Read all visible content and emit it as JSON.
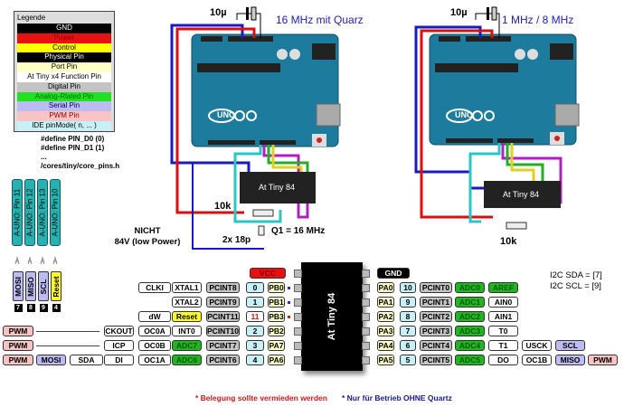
{
  "legend": {
    "title": "Legende",
    "items": [
      {
        "label": "GND",
        "bg": "#000000",
        "fg": "#ffffff"
      },
      {
        "label": "Power",
        "bg": "#e81010",
        "fg": "#900000"
      },
      {
        "label": "Control",
        "bg": "#ffff00",
        "fg": "#000000"
      },
      {
        "label": "Physical Pin",
        "bg": "#000000",
        "fg": "#ffffff"
      },
      {
        "label": "Port Pin",
        "bg": "#ffffc8",
        "fg": "#000000"
      },
      {
        "label": "At Tiny x4 Function Pin",
        "bg": "#ffffff",
        "fg": "#000000"
      },
      {
        "label": "Digital Pin",
        "bg": "#c4c4c4",
        "fg": "#000000"
      },
      {
        "label": "Analog-Rlated Pin",
        "bg": "#22e022",
        "fg": "#0a6a0a"
      },
      {
        "label": "Serial Pin",
        "bg": "#bcbcf2",
        "fg": "#000060"
      },
      {
        "label": "PWM Pin",
        "bg": "#f8c4c4",
        "fg": "#900000"
      },
      {
        "label": "IDE   pinMode( n, ... )",
        "bg": "#c8f0f6",
        "fg": "#000000"
      }
    ]
  },
  "defines": [
    "#define PIN_D0 (0)",
    "#define PIN_D1 (1)",
    "...",
    "/cores/tiny/core_pins.h"
  ],
  "uno_pins": [
    "A-UNO: Pin 11",
    "A-UNO: Pin 12",
    "A-UNO: Pin 13",
    "A-UNO: Pin 10"
  ],
  "isp_labels": [
    {
      "label": "MOSI",
      "type": "serial",
      "num": "7"
    },
    {
      "label": "MISO",
      "type": "serial",
      "num": "8"
    },
    {
      "label": "SCL",
      "type": "serial",
      "num": "9"
    },
    {
      "label": "Reset",
      "type": "reset",
      "num": "4"
    }
  ],
  "note_nicht": {
    "line1": "NICHT",
    "line2": "84V (low Power)"
  },
  "circuit1": {
    "cap": "10µ",
    "title": "16 MHz mit Quarz",
    "chip": "At Tiny 84",
    "resistor": "10k",
    "crystal": "Q1 = 16 MHz",
    "caps": "2x 18p",
    "board_logo": "UNO"
  },
  "circuit2": {
    "cap": "10µ",
    "title": "1 MHz / 8 MHz",
    "chip": "At Tiny 84",
    "resistor": "10k",
    "board_logo": "UNO"
  },
  "chip_label": "At Tiny 84",
  "pinout_left": [
    {
      "pin": "1",
      "cells": [
        [
          "vcc",
          "VCC",
          "vcc"
        ]
      ]
    },
    {
      "pin": "2",
      "dot": "#3030c0",
      "cells": [
        [
          4,
          "CLKI",
          "fn"
        ],
        [
          5,
          "XTAL1",
          "fn"
        ],
        [
          6,
          "PCINT8",
          "pcint"
        ],
        [
          7,
          "0",
          "ide"
        ],
        [
          8,
          "PB0",
          "port"
        ]
      ]
    },
    {
      "pin": "3",
      "dot": "#3030c0",
      "cells": [
        [
          5,
          "XTAL2",
          "fn"
        ],
        [
          6,
          "PCINT9",
          "pcint"
        ],
        [
          7,
          "1",
          "ide"
        ],
        [
          8,
          "PB1",
          "port"
        ]
      ]
    },
    {
      "pin": "4",
      "dot": "#d02020",
      "cells": [
        [
          4,
          "dW",
          "fn"
        ],
        [
          5,
          "Reset",
          "reset"
        ],
        [
          6,
          "PCINT11",
          "pcint"
        ],
        [
          7,
          "11",
          "red"
        ],
        [
          8,
          "PB3",
          "port"
        ]
      ]
    },
    {
      "pin": "5",
      "line": true,
      "cells": [
        [
          0,
          "PWM",
          "pwm"
        ],
        [
          3,
          "CKOUT",
          "fn"
        ],
        [
          4,
          "OC0A",
          "fn"
        ],
        [
          5,
          "INT0",
          "fn"
        ],
        [
          6,
          "PCINT10",
          "pcint"
        ],
        [
          7,
          "2",
          "ide"
        ],
        [
          8,
          "PB2",
          "port"
        ]
      ]
    },
    {
      "pin": "6",
      "line": true,
      "cells": [
        [
          0,
          "PWM",
          "pwm"
        ],
        [
          3,
          "ICP",
          "fn"
        ],
        [
          4,
          "OC0B",
          "fn"
        ],
        [
          5,
          "ADC7",
          "adc"
        ],
        [
          6,
          "PCINT7",
          "pcint"
        ],
        [
          7,
          "3",
          "ide"
        ],
        [
          8,
          "PA7",
          "port"
        ]
      ]
    },
    {
      "pin": "7",
      "cells": [
        [
          0,
          "PWM",
          "pwm"
        ],
        [
          1,
          "MOSI",
          "serial"
        ],
        [
          2,
          "SDA",
          "fn"
        ],
        [
          3,
          "DI",
          "fn"
        ],
        [
          4,
          "OC1A",
          "fn"
        ],
        [
          5,
          "ADC6",
          "adc"
        ],
        [
          6,
          "PCINT6",
          "pcint"
        ],
        [
          7,
          "4",
          "ide"
        ],
        [
          8,
          "PA6",
          "port"
        ]
      ]
    }
  ],
  "pinout_right": [
    {
      "pin": "14",
      "cells": [
        [
          "gnd",
          "GND",
          "gnd"
        ]
      ]
    },
    {
      "pin": "13",
      "cells": [
        [
          0,
          "PA0",
          "port"
        ],
        [
          1,
          "10",
          "ide"
        ],
        [
          2,
          "PCINT0",
          "pcint"
        ],
        [
          3,
          "ADC0",
          "adc"
        ],
        [
          4,
          "AREF",
          "adc"
        ]
      ]
    },
    {
      "pin": "12",
      "cells": [
        [
          0,
          "PA1",
          "port"
        ],
        [
          1,
          "9",
          "ide"
        ],
        [
          2,
          "PCINT1",
          "pcint"
        ],
        [
          3,
          "ADC1",
          "adc"
        ],
        [
          4,
          "AIN0",
          "fn"
        ]
      ]
    },
    {
      "pin": "11",
      "cells": [
        [
          0,
          "PA2",
          "port"
        ],
        [
          1,
          "8",
          "ide"
        ],
        [
          2,
          "PCINT2",
          "pcint"
        ],
        [
          3,
          "ADC2",
          "adc"
        ],
        [
          4,
          "AIN1",
          "fn"
        ]
      ]
    },
    {
      "pin": "10",
      "cells": [
        [
          0,
          "PA3",
          "port"
        ],
        [
          1,
          "7",
          "ide"
        ],
        [
          2,
          "PCINT3",
          "pcint"
        ],
        [
          3,
          "ADC3",
          "adc"
        ],
        [
          4,
          "T0",
          "fn"
        ]
      ]
    },
    {
      "pin": "9",
      "cells": [
        [
          0,
          "PA4",
          "port"
        ],
        [
          1,
          "6",
          "ide"
        ],
        [
          2,
          "PCINT4",
          "pcint"
        ],
        [
          3,
          "ADC4",
          "adc"
        ],
        [
          4,
          "T1",
          "fn"
        ],
        [
          5,
          "USCK",
          "fn"
        ],
        [
          6,
          "SCL",
          "serial"
        ]
      ]
    },
    {
      "pin": "8",
      "cells": [
        [
          0,
          "PA5",
          "port"
        ],
        [
          1,
          "5",
          "ide"
        ],
        [
          2,
          "PCINT5",
          "pcint"
        ],
        [
          3,
          "ADC5",
          "adc"
        ],
        [
          4,
          "DO",
          "fn"
        ],
        [
          5,
          "OC1B",
          "fn"
        ],
        [
          6,
          "MISO",
          "serial"
        ],
        [
          7,
          "PWM",
          "pwm"
        ]
      ]
    }
  ],
  "i2c": {
    "sda": "I2C SDA = [7]",
    "scl": "I2C SCL = [9]"
  },
  "footnotes": {
    "red": "* Belegung sollte vermieden werden",
    "blue": "* Nur für Betrieb OHNE Quartz"
  }
}
